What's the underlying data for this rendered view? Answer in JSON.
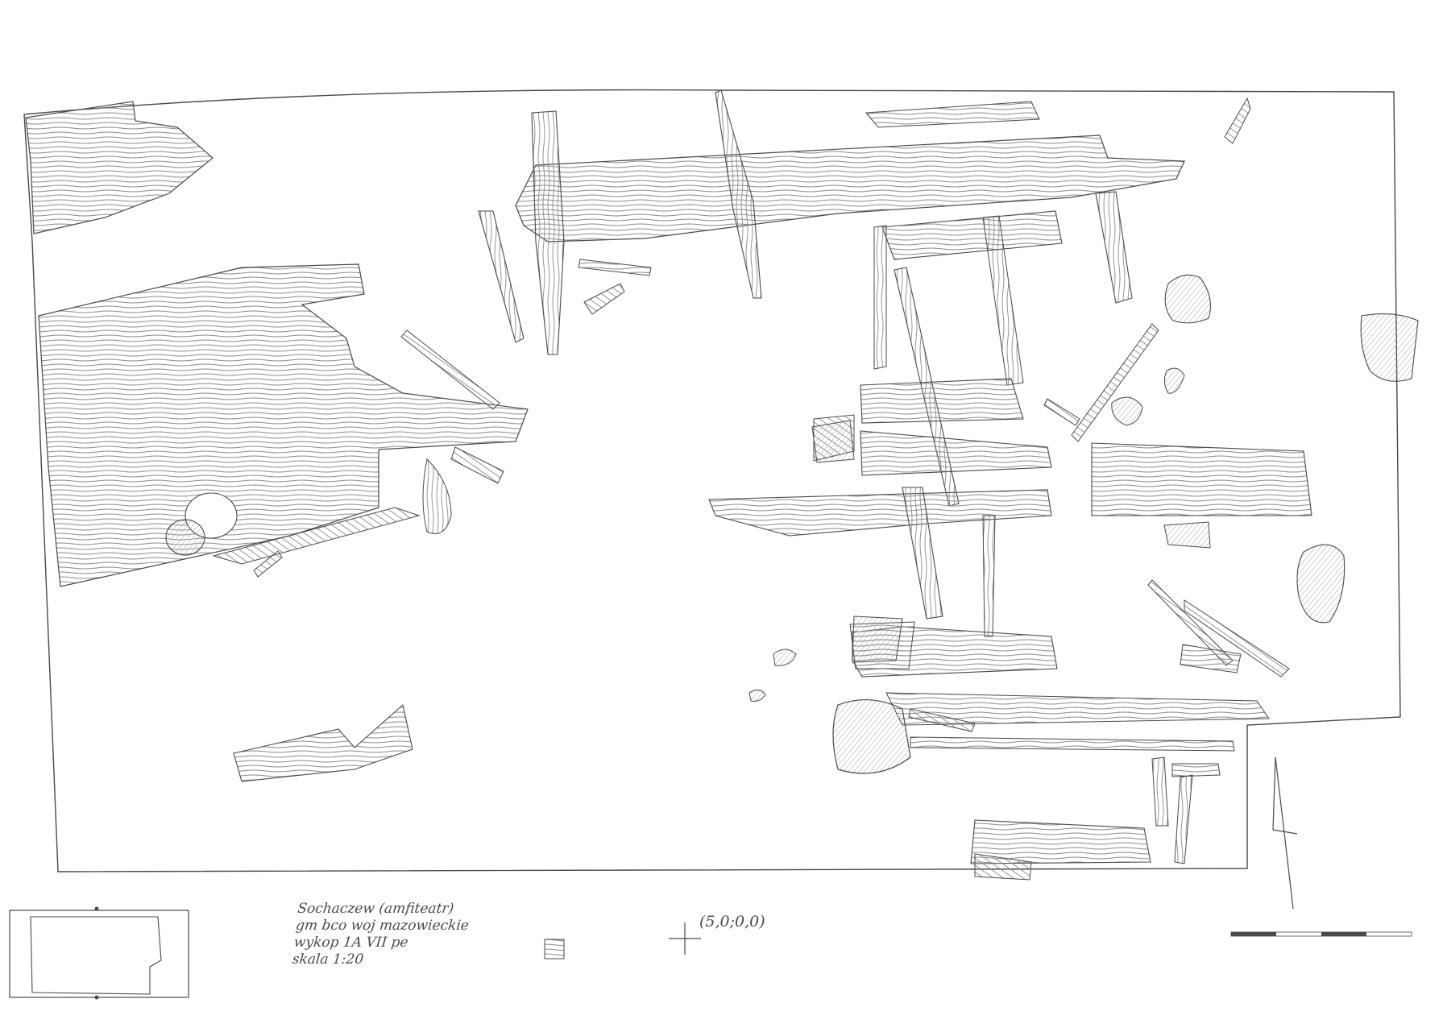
{
  "caption": {
    "site": "Sochaczew (amfiteatr)",
    "district": "gm bco woj mazowieckie",
    "excavation": "wykop 1A  VII pe",
    "scale": "skala 1:20"
  },
  "datum": {
    "coordinates": "(5,0;0,0)"
  },
  "colors": {
    "ink": "#4a4a4a",
    "hatch": "#8a8a8a",
    "paper": "#ffffff"
  }
}
